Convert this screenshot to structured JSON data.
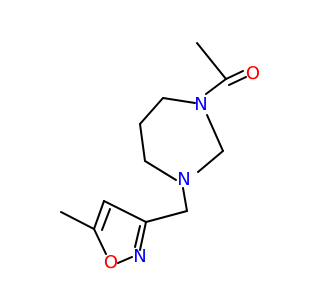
{
  "atoms": {
    "carbonyl_oxygen": {
      "label": "O",
      "color": "#ff0000"
    },
    "ring_nitrogen_acyl": {
      "label": "N",
      "color": "#0000ff"
    },
    "ring_nitrogen_alkyl": {
      "label": "N",
      "color": "#0000ff"
    },
    "isoxazole_oxygen": {
      "label": "O",
      "color": "#ff0000"
    },
    "isoxazole_nitrogen": {
      "label": "N",
      "color": "#0000ff"
    }
  },
  "colors": {
    "bond": "#000000",
    "background": "#ffffff"
  }
}
